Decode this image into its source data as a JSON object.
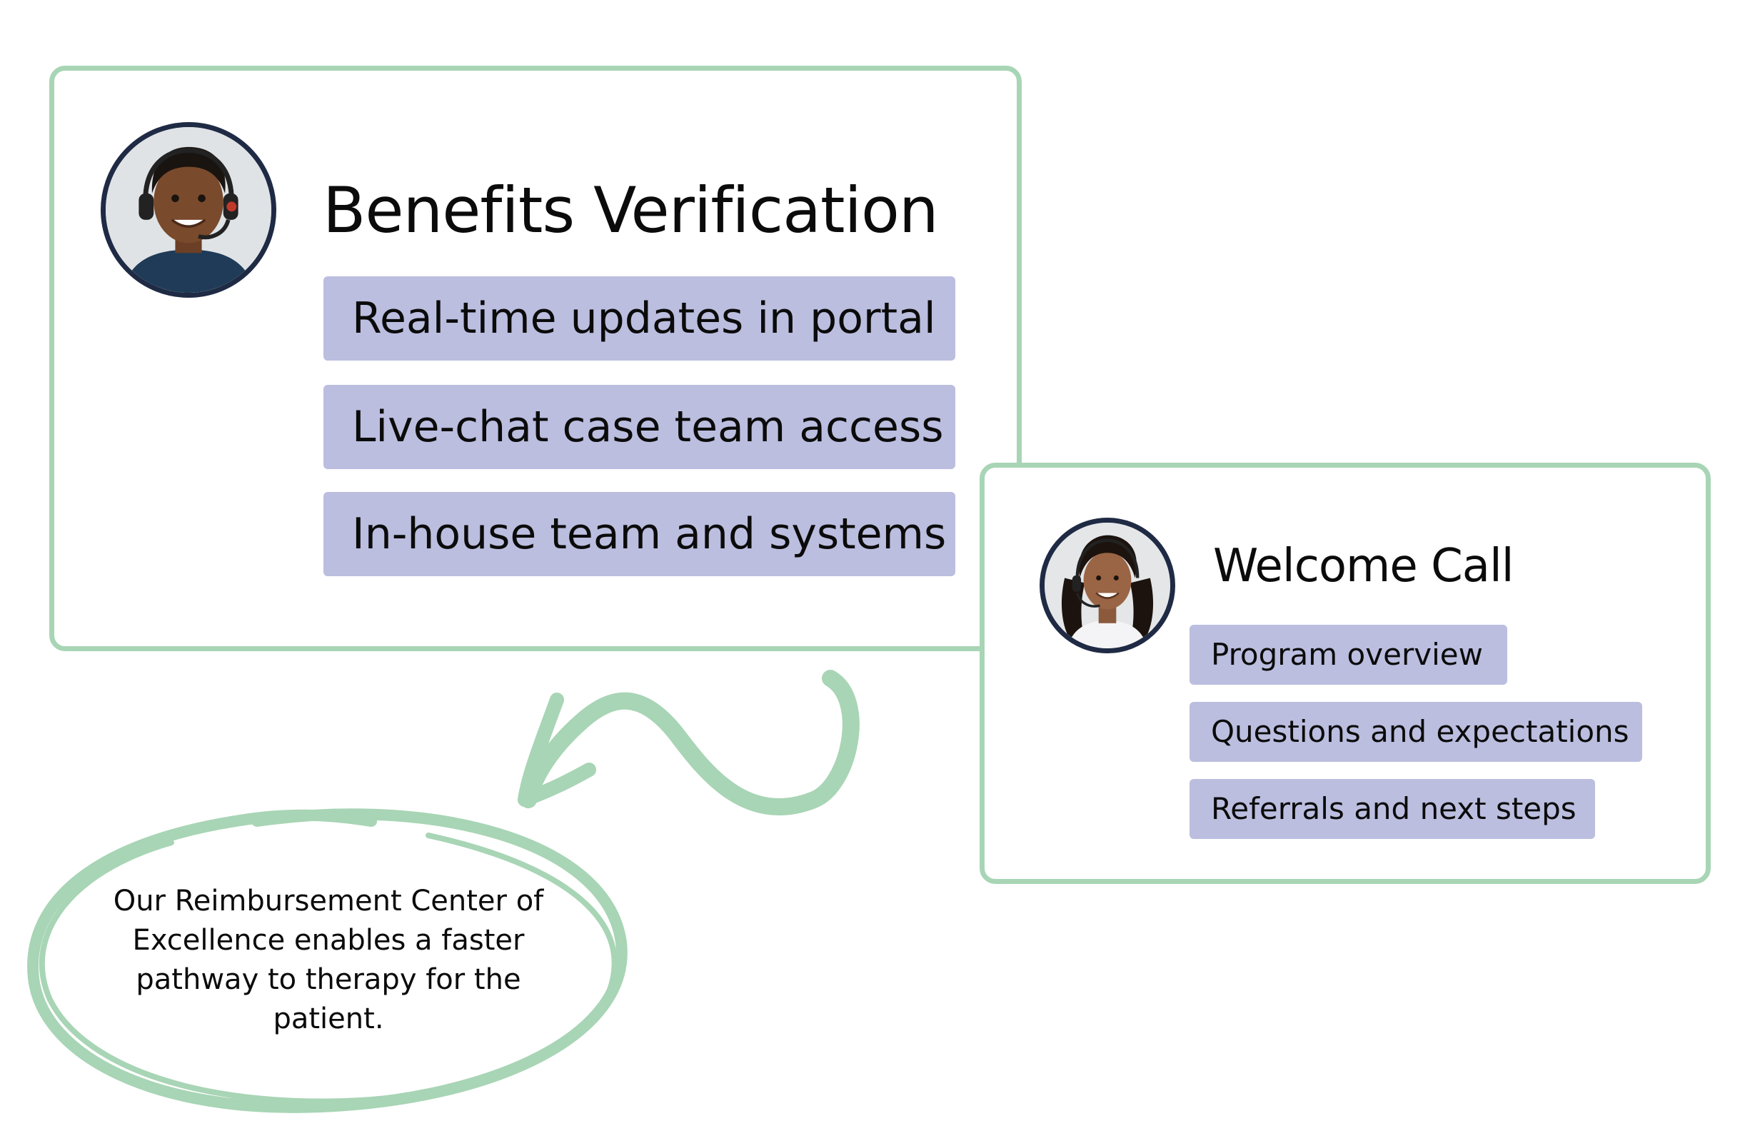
{
  "colors": {
    "card_border": "#a8d5b5",
    "tag_background": "#bbbedf",
    "avatar_ring": "#1f2a44",
    "text": "#0b0b0b"
  },
  "benefits_card": {
    "avatar_icon": "headset-agent-male-avatar",
    "title": "Benefits Verification",
    "items": [
      "Real-time updates in portal",
      "Live-chat case team access",
      "In-house team and systems"
    ]
  },
  "welcome_card": {
    "avatar_icon": "headset-agent-female-avatar",
    "title": "Welcome Call",
    "items": [
      "Program overview",
      "Questions and expectations",
      "Referrals and next steps"
    ]
  },
  "connector": {
    "icon": "curly-arrow-icon",
    "note_shape": "hand-drawn-circle",
    "note": "Our Reimbursement Center of Excellence enables a faster pathway to therapy for the patient."
  }
}
